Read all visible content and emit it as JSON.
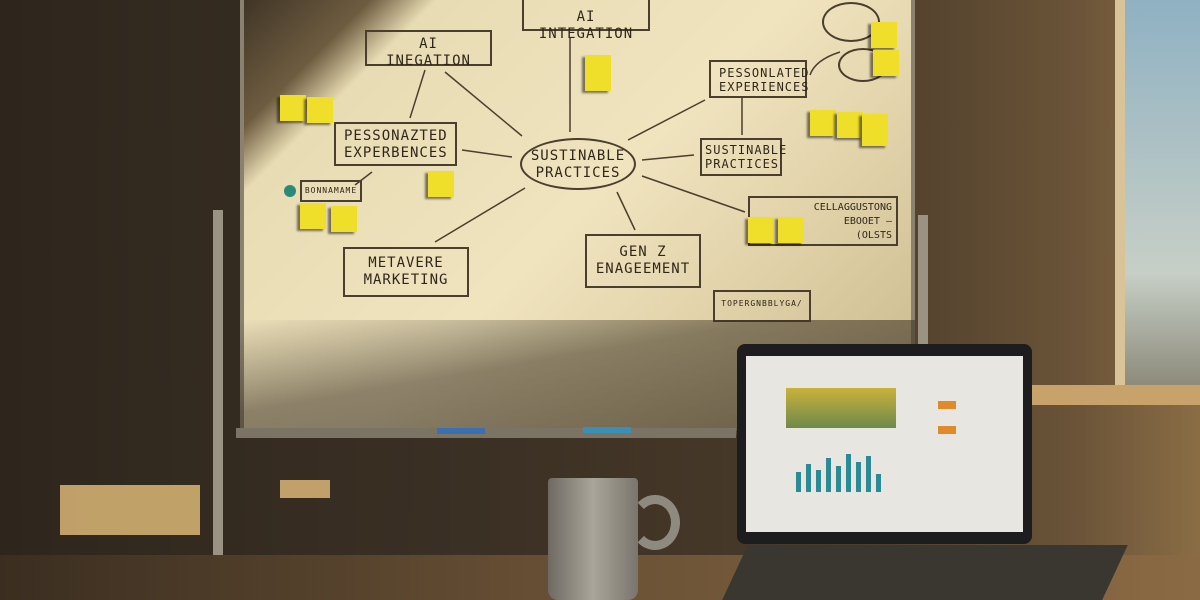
{
  "whiteboard": {
    "nodes": {
      "ai_integration_top": "AI INTEGATION",
      "ai_integration_left": "AI INEGATION",
      "personalized_left": "PESSONAZTED EXPERBENCES",
      "personalized_right": "PESSONLATED EXPERIENCES",
      "sustainable_center": "SUSTINABLE PRACTICES",
      "sustainable_right": "SUSTINABLE PRACTICES",
      "metaverse": "METAVERE MARKETING",
      "genz": "GEN Z ENAGEEMENT",
      "collab": "CELLAGGUSTONG EBOOET — (OLSTS",
      "left_small": "BONNAMAME",
      "bottom_small": "TOPERGNBBLYGA/"
    }
  },
  "colors": {
    "sticky": "#f0df2a",
    "chart_teal": "#2a8a95",
    "chart_yellow": "#c9b23a"
  }
}
